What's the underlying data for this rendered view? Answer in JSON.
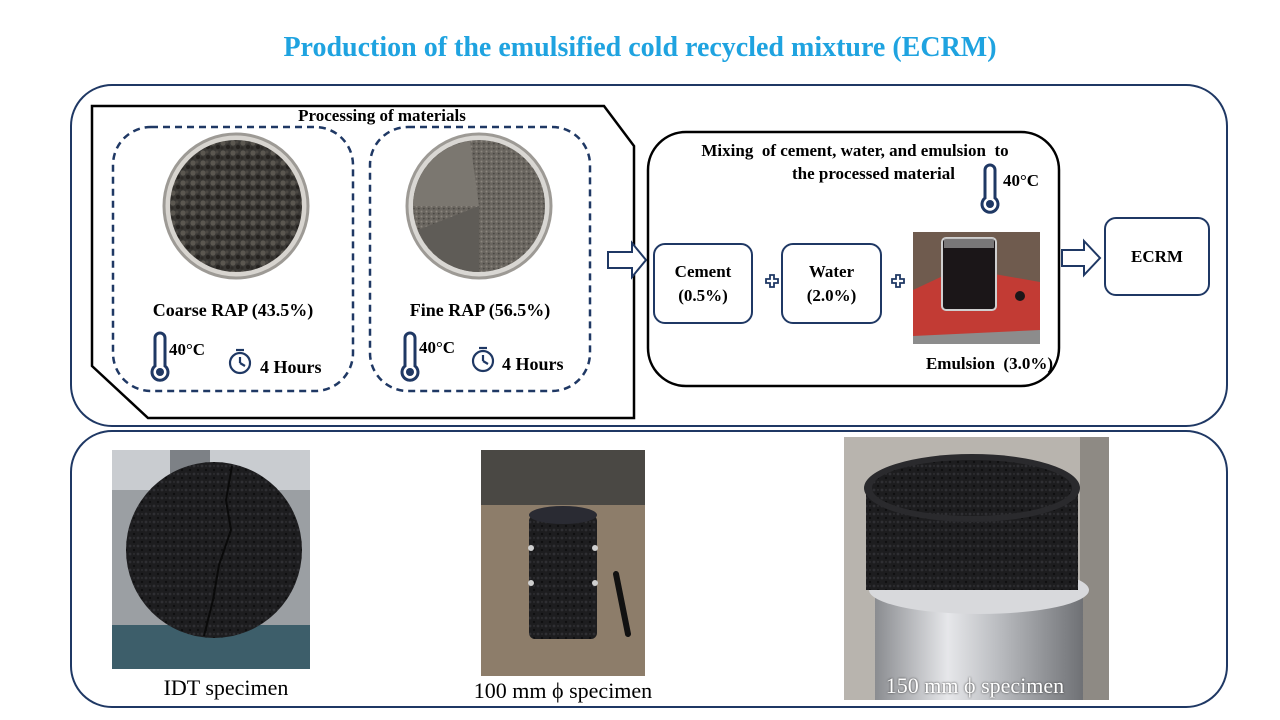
{
  "title": "Production of the emulsified cold recycled mixture (ECRM)",
  "processing": {
    "heading": "Processing of materials",
    "coarse": {
      "label": "Coarse RAP (43.5%)",
      "temp": "40°C",
      "time": "4 Hours"
    },
    "fine": {
      "label": "Fine RAP (56.5%)",
      "temp": "40°C",
      "time": "4 Hours"
    }
  },
  "mixing": {
    "heading_line1": "Mixing  of cement, water, and emulsion  to",
    "heading_line2": "the processed material",
    "temp": "40°C",
    "cement_line1": "Cement",
    "cement_line2": "(0.5%)",
    "water_line1": "Water",
    "water_line2": "(2.0%)",
    "emulsion": "Emulsion  (3.0%)"
  },
  "output": {
    "label": "ECRM"
  },
  "specimens": {
    "idt": "IDT specimen",
    "s100": "100 mm ϕ specimen",
    "s150": "150 mm ϕ specimen"
  },
  "colors": {
    "title": "#1fa3e0",
    "outline": "#1f3864",
    "icon": "#1f3864"
  }
}
